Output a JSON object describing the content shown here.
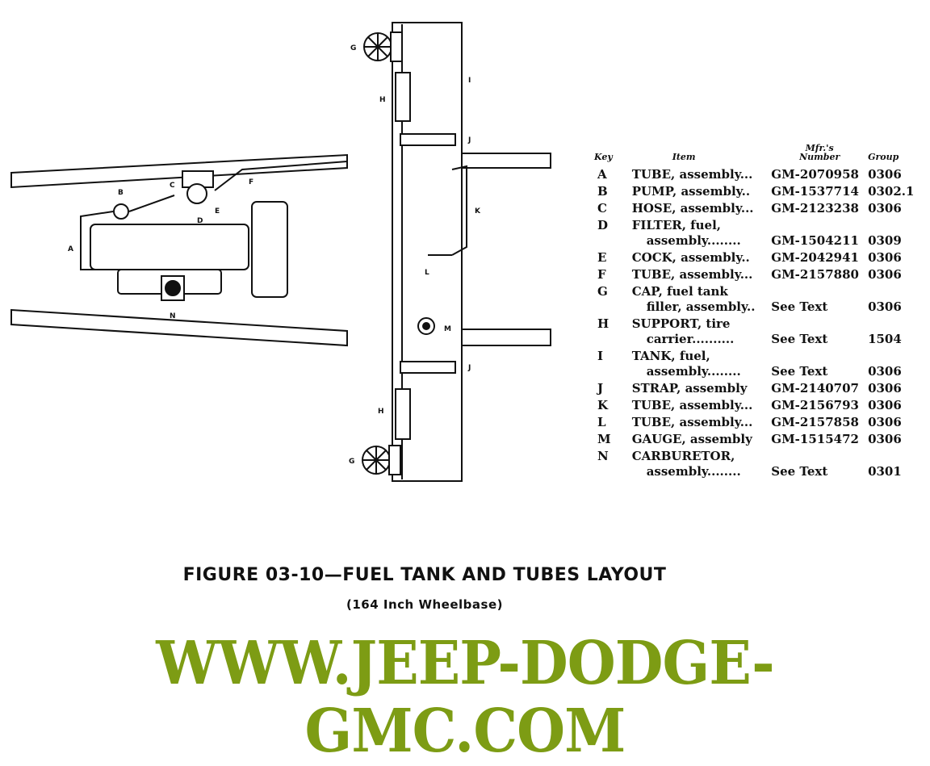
{
  "diagram": {
    "callouts": [
      "A",
      "B",
      "C",
      "D",
      "E",
      "F",
      "G",
      "H",
      "I",
      "J",
      "K",
      "L",
      "M",
      "N",
      "G",
      "H",
      "J"
    ]
  },
  "parts_table": {
    "headers": {
      "key": "Key",
      "item": "Item",
      "mfr_line1": "Mfr.'s",
      "mfr_line2": "Number",
      "group": "Group"
    },
    "rows": [
      {
        "key": "A",
        "item": [
          "TUBE, assembly..."
        ],
        "mfr": "GM-2070958",
        "group": "0306"
      },
      {
        "key": "B",
        "item": [
          "PUMP, assembly.."
        ],
        "mfr": "GM-1537714",
        "group": "0302.1"
      },
      {
        "key": "C",
        "item": [
          "HOSE, assembly..."
        ],
        "mfr": "GM-2123238",
        "group": "0306"
      },
      {
        "key": "D",
        "item": [
          "FILTER, fuel,",
          "assembly........"
        ],
        "mfr": "GM-1504211",
        "group": "0309"
      },
      {
        "key": "E",
        "item": [
          "COCK, assembly.."
        ],
        "mfr": "GM-2042941",
        "group": "0306"
      },
      {
        "key": "F",
        "item": [
          "TUBE, assembly..."
        ],
        "mfr": "GM-2157880",
        "group": "0306"
      },
      {
        "key": "G",
        "item": [
          "CAP,  fuel  tank",
          "filler, assembly.."
        ],
        "mfr": "See Text",
        "group": "0306"
      },
      {
        "key": "H",
        "item": [
          "SUPPORT, tire",
          "carrier.........."
        ],
        "mfr": "See Text",
        "group": "1504"
      },
      {
        "key": "I",
        "item": [
          "TANK, fuel,",
          "assembly........"
        ],
        "mfr": "See Text",
        "group": "0306"
      },
      {
        "key": "J",
        "item": [
          "STRAP, assembly"
        ],
        "mfr": "GM-2140707",
        "group": "0306"
      },
      {
        "key": "K",
        "item": [
          "TUBE, assembly..."
        ],
        "mfr": "GM-2156793",
        "group": "0306"
      },
      {
        "key": "L",
        "item": [
          "TUBE, assembly..."
        ],
        "mfr": "GM-2157858",
        "group": "0306"
      },
      {
        "key": "M",
        "item": [
          "GAUGE, assembly"
        ],
        "mfr": "GM-1515472",
        "group": "0306"
      },
      {
        "key": "N",
        "item": [
          "CARBURETOR,",
          "assembly........"
        ],
        "mfr": "See Text",
        "group": "0301"
      }
    ]
  },
  "caption": {
    "title": "FIGURE 03-10—FUEL TANK AND TUBES LAYOUT",
    "subtitle": "(164 Inch Wheelbase)"
  },
  "watermark": {
    "text": "WWW.JEEP-DODGE-GMC.COM",
    "color": "#7d9c14"
  }
}
